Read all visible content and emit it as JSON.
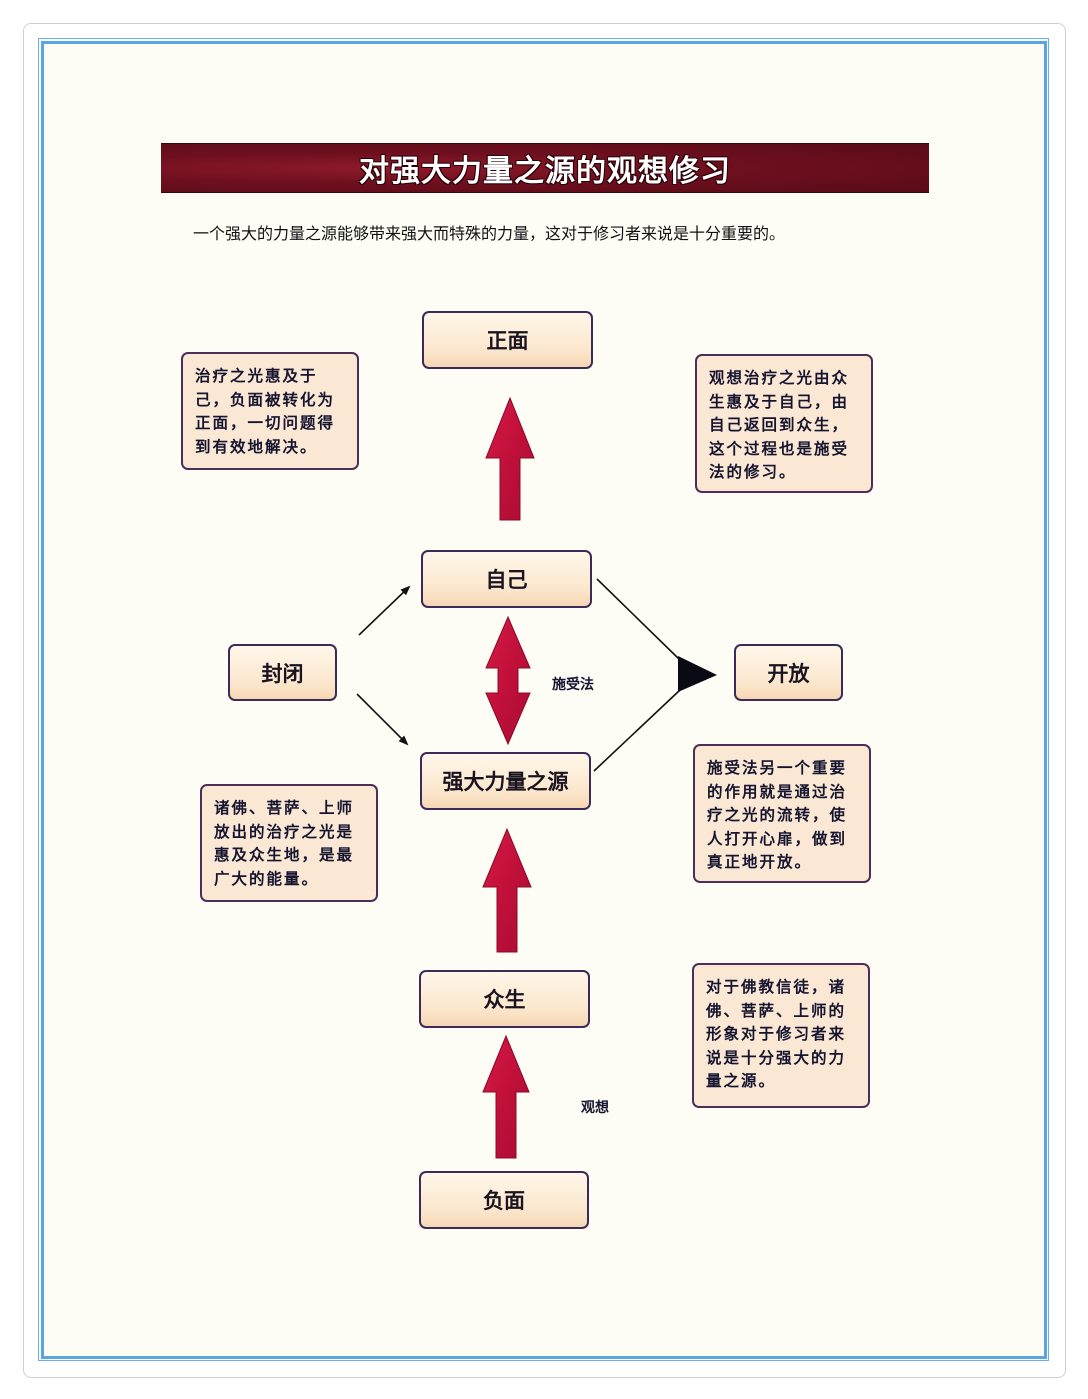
{
  "title": "对强大力量之源的观想修习",
  "subtitle": "一个强大的力量之源能够带来强大而特殊的力量，这对于修习者来说是十分重要的。",
  "nodes": {
    "positive": "正面",
    "self": "自己",
    "closed": "封闭",
    "open": "开放",
    "power_source": "强大力量之源",
    "beings": "众生",
    "negative": "负面"
  },
  "edge_labels": {
    "exchange": "施受法",
    "visualize": "观想"
  },
  "notes": {
    "top_left": "治疗之光惠及于己，负面被转化为正面，一切问题得到有效地解决。",
    "top_right": "观想治疗之光由众生惠及于自己，由自己返回到众生，这个过程也是施受法的修习。",
    "bottom_left": "诸佛、菩萨、上师放出的治疗之光是惠及众生地，是最广大的能量。",
    "mid_right": "施受法另一个重要的作用就是通过治疗之光的流转，使人打开心扉，做到真正地开放。",
    "bottom_right": "对于佛教信徒，诸佛、菩萨、上师的形象对于修习者来说是十分强大的力量之源。"
  },
  "colors": {
    "title_bg": "#6e0f1e",
    "arrow_red": "#c8143c",
    "node_border": "#3c2a58",
    "frame_blue": "#5aa6e4"
  }
}
